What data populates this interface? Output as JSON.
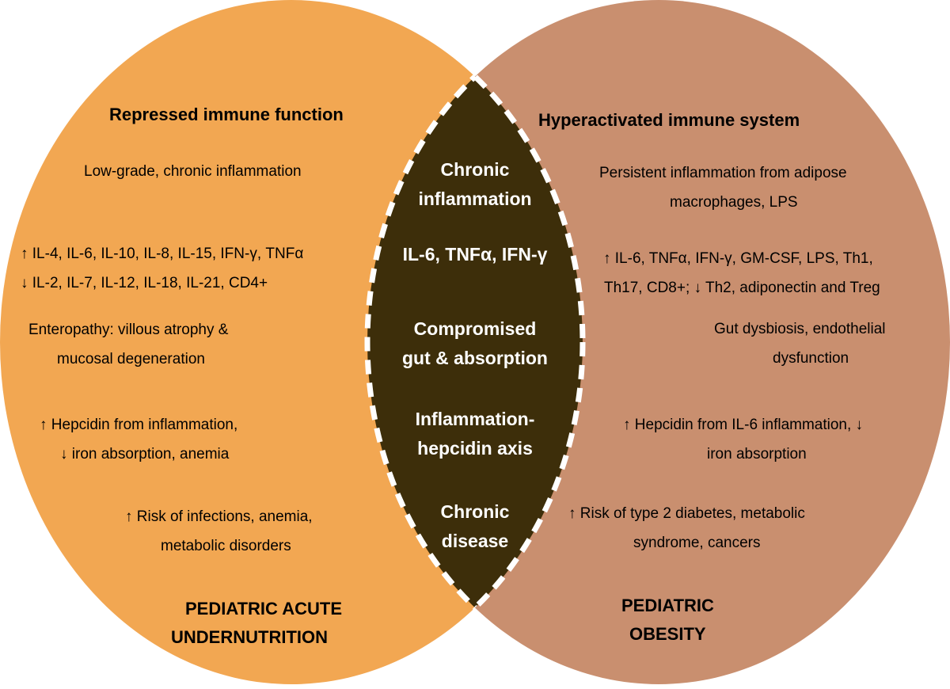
{
  "colors": {
    "left_circle": "#F2A752",
    "right_circle": "#C98F6F",
    "overlap": "#3D2E0A",
    "overlap_text": "#FFFFFF",
    "dash": "#FFFFFF"
  },
  "left": {
    "heading": "Repressed immune function",
    "inflammation": "Low-grade, chronic inflammation",
    "cytokines_up": "↑ IL-4, IL-6, IL-10, IL-8, IL-15, IFN-γ, TNFα",
    "cytokines_down": "↓ IL-2, IL-7, IL-12, IL-18, IL-21, CD4+",
    "gut_line1": "Enteropathy: villous atrophy &",
    "gut_line2": "mucosal degeneration",
    "hepcidin_line1": "↑ Hepcidin from inflammation,",
    "hepcidin_line2": "↓ iron absorption, anemia",
    "risk_line1": "↑ Risk of infections, anemia,",
    "risk_line2": "metabolic disorders",
    "title_line1": "PEDIATRIC ACUTE",
    "title_line2": "UNDERNUTRITION"
  },
  "right": {
    "heading": "Hyperactivated immune system",
    "inflammation_line1": "Persistent inflammation from adipose",
    "inflammation_line2": "macrophages, LPS",
    "cytokines_line1": "↑ IL-6, TNFα, IFN-γ, GM-CSF, LPS, Th1,",
    "cytokines_line2": "Th17, CD8+; ↓ Th2, adiponectin and Treg",
    "gut_line1": "Gut dysbiosis, endothelial",
    "gut_line2": "dysfunction",
    "hepcidin_line1": "↑ Hepcidin from IL-6 inflammation, ↓",
    "hepcidin_line2": "iron absorption",
    "risk_line1": "↑ Risk of type 2 diabetes, metabolic",
    "risk_line2": "syndrome, cancers",
    "title_line1": "PEDIATRIC",
    "title_line2": "OBESITY"
  },
  "center": {
    "inflammation_line1": "Chronic",
    "inflammation_line2": "inflammation",
    "cytokines": "IL-6, TNFα, IFN-γ",
    "gut_line1": "Compromised",
    "gut_line2": "gut & absorption",
    "hepcidin_line1": "Inflammation-",
    "hepcidin_line2": "hepcidin axis",
    "disease_line1": "Chronic",
    "disease_line2": "disease"
  }
}
